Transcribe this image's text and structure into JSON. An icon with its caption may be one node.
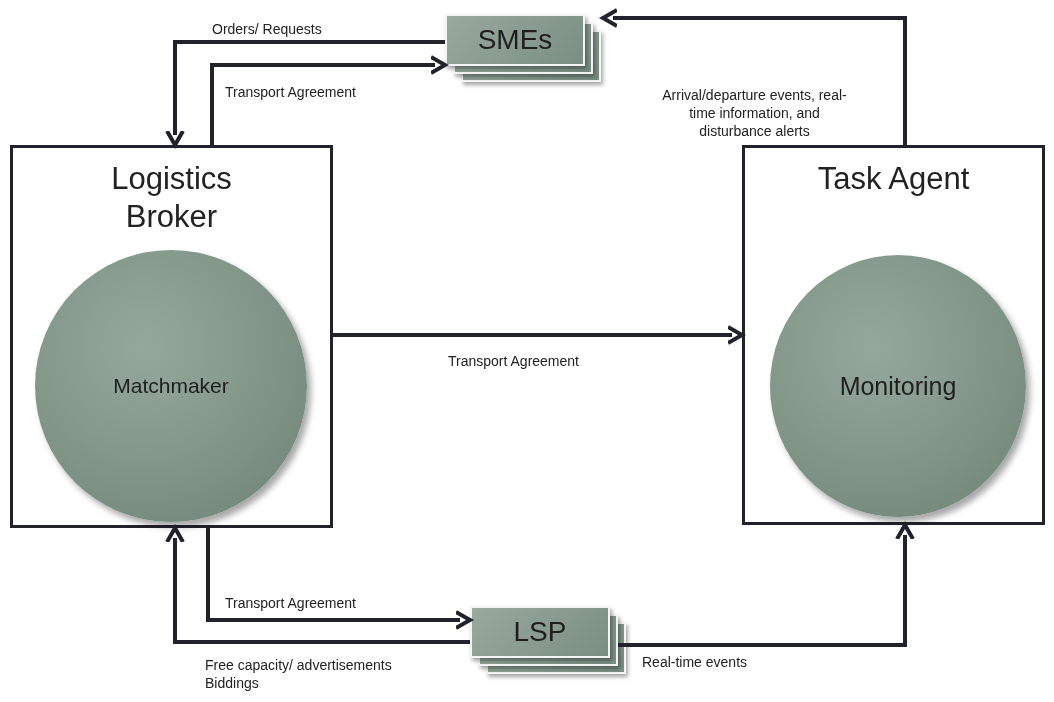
{
  "diagram": {
    "nodes": [
      {
        "text": [
          "SMEs"
        ]
      },
      {
        "text": [
          "Logistics Broker"
        ]
      },
      {
        "text": [
          "Matchmaker"
        ],
        "in": 1
      },
      {
        "text": [
          "Task Agent"
        ]
      },
      {
        "text": [
          "Monitoring"
        ],
        "in": 3
      },
      {
        "text": [
          "LSP"
        ]
      }
    ],
    "edges": [
      {
        "from": 0,
        "to": 1,
        "arrow": "to",
        "label": "Orders/ Requests"
      },
      {
        "from": 1,
        "to": 0,
        "arrow": "to",
        "label": "Transport Agreement"
      },
      {
        "from": 3,
        "to": 0,
        "arrow": "to",
        "label": "Arrival/departure events, real-time information, and disturbance alerts"
      },
      {
        "from": 1,
        "to": 3,
        "arrow": "to",
        "label": "Transport Agreement"
      },
      {
        "from": 1,
        "to": 5,
        "arrow": "to",
        "label": "Transport Agreement"
      },
      {
        "from": 5,
        "to": 1,
        "arrow": "to",
        "label": "Free capacity/ advertisements Biddings"
      },
      {
        "from": 5,
        "to": 3,
        "arrow": "to",
        "label": "Real-time events"
      }
    ]
  }
}
